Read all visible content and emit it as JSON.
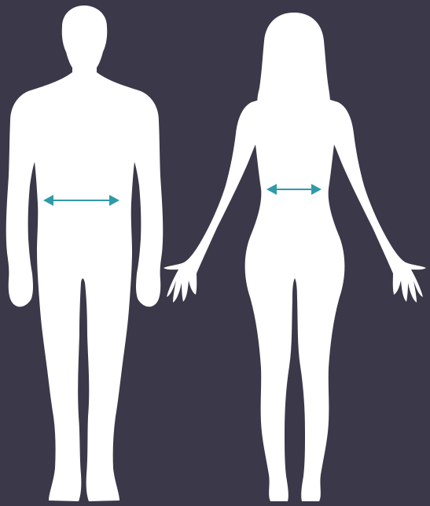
{
  "colors": {
    "background": "#3b3849",
    "silhouette": "#ffffff",
    "measure_arrow": "#2f9aa8"
  },
  "figures": [
    {
      "id": "male",
      "kind": "male-silhouette",
      "measurement": "waist-width-arrow"
    },
    {
      "id": "female",
      "kind": "female-silhouette",
      "measurement": "waist-width-arrow"
    }
  ]
}
